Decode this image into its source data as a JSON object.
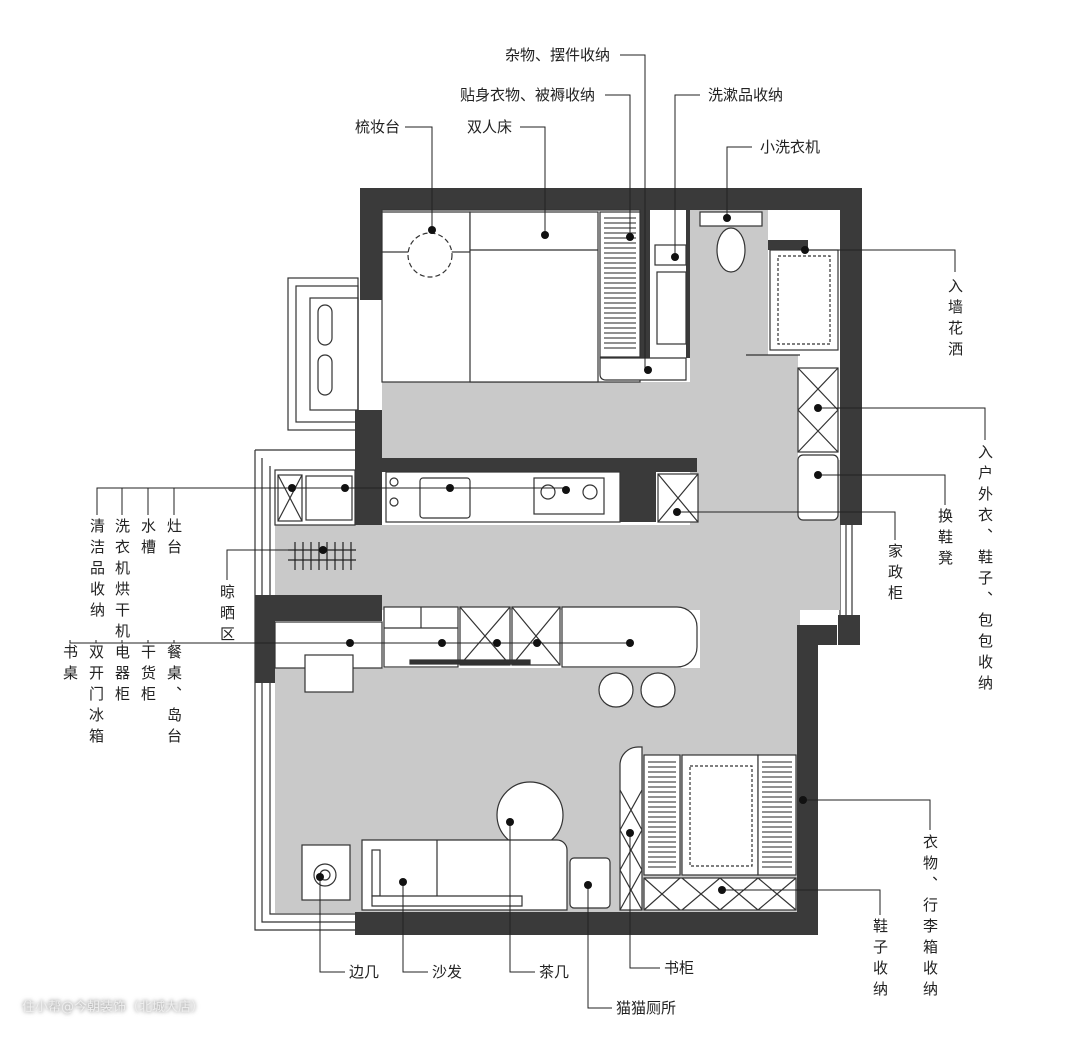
{
  "labels": {
    "sundries": "杂物、摆件收纳",
    "underwear_bedding": "贴身衣物、被褥收纳",
    "toiletries": "洗漱品收纳",
    "dresser": "梳妆台",
    "double_bed": "双人床",
    "small_washer": "小洗衣机",
    "shower": "入墙花洒",
    "entry_storage": "入户外衣、鞋子、包包收纳",
    "shoe_bench": "换鞋凳",
    "utility_cabinet": "家政柜",
    "cleaning_storage": "清洁品收纳",
    "washer_dryer": "洗衣机烘干机",
    "sink": "水槽",
    "stove": "灶台",
    "drying_area": "晾晒区",
    "desk": "书桌",
    "fridge": "双开门冰箱",
    "appliance_cabinet": "电器柜",
    "pantry": "干货柜",
    "dining_island": "餐桌、岛台",
    "side_table": "边几",
    "sofa": "沙发",
    "coffee_table": "茶几",
    "bookcase": "书柜",
    "cat_litter": "猫猫厕所",
    "wardrobe_luggage": "衣物、行李箱收纳",
    "shoe_storage": "鞋子收纳"
  },
  "watermark": "住小帮@今朝装饰（北城大店）",
  "colors": {
    "wall": "#3a3a3a",
    "floor": "#c9c9c9",
    "line": "#222222"
  }
}
